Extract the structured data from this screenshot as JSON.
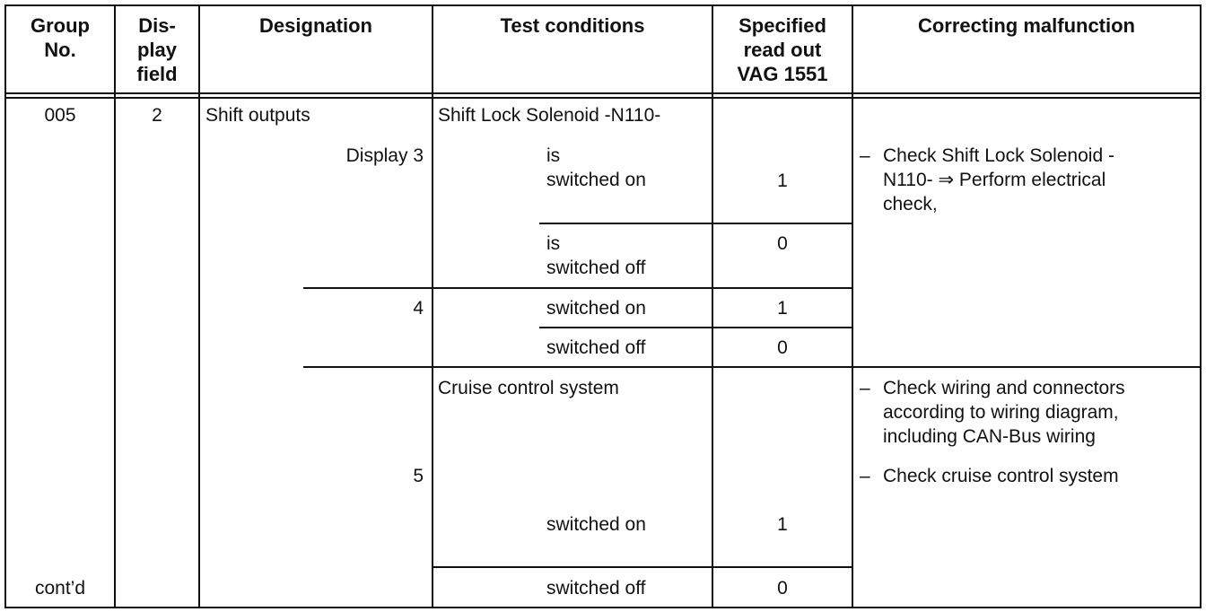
{
  "headers": {
    "group_no": [
      "Group",
      "No."
    ],
    "display_field": [
      "Dis-",
      "play",
      "field"
    ],
    "designation": "Designation",
    "test_conditions": "Test conditions",
    "specified": [
      "Specified",
      "read out",
      "VAG 1551"
    ],
    "correcting": "Correcting malfunction"
  },
  "row": {
    "group_no": "005",
    "display_field": "2",
    "designation": "Shift outputs",
    "display3_label": "Display 3",
    "display4_label": "4",
    "display5_label": "5",
    "contd": "cont’d",
    "shift_lock_title": "Shift Lock Solenoid -N110-",
    "is_on": [
      "is",
      "switched on"
    ],
    "is_off": [
      "is",
      "switched off"
    ],
    "switched_on": "switched on",
    "switched_off": "switched off",
    "cruise_title": "Cruise control system",
    "values": {
      "d3_on": "1",
      "d3_off": "0",
      "d4_on": "1",
      "d4_off": "0",
      "d5_on": "1",
      "d5_off": "0"
    },
    "corr_shift_lock": {
      "dash": "–",
      "lines": [
        "Check Shift Lock Solenoid -",
        "N110- ⇒ Perform electrical",
        "check,"
      ]
    },
    "corr_cruise_1": {
      "dash": "–",
      "lines": [
        "Check wiring and connectors",
        "according to wiring diagram,",
        "including CAN-Bus wiring"
      ]
    },
    "corr_cruise_2": {
      "dash": "–",
      "lines": [
        "Check cruise control system"
      ]
    }
  }
}
